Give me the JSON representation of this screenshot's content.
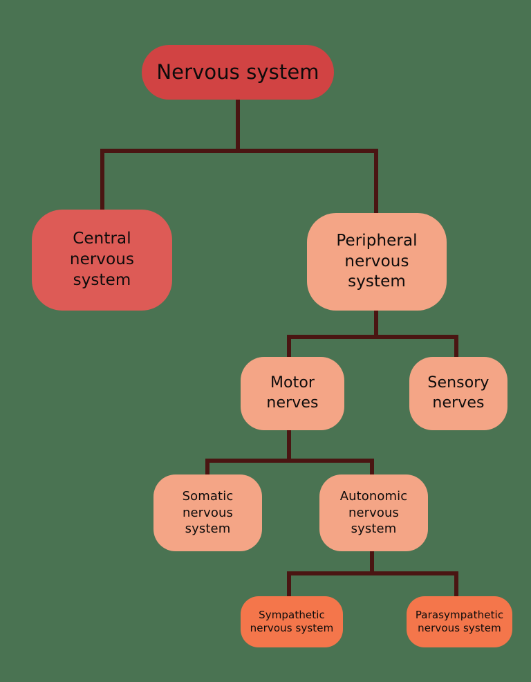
{
  "diagram": {
    "type": "hierarchy-tree",
    "title": "Nervous system",
    "background_color": "#4a7352",
    "connector_color": "#4a1512",
    "nodes": [
      {
        "id": "nervous-system",
        "label": "Nervous system",
        "level": 0,
        "color": "#d14343",
        "parent": null
      },
      {
        "id": "central-nervous-system",
        "label": "Central\nnervous\nsystem",
        "level": 1,
        "color": "#dd5b56",
        "parent": "nervous-system"
      },
      {
        "id": "peripheral-nervous-system",
        "label": "Peripheral\nnervous\nsystem",
        "level": 1,
        "color": "#f4a586",
        "parent": "nervous-system"
      },
      {
        "id": "motor-nerves",
        "label": "Motor\nnerves",
        "level": 2,
        "color": "#f4a586",
        "parent": "peripheral-nervous-system"
      },
      {
        "id": "sensory-nerves",
        "label": "Sensory\nnerves",
        "level": 2,
        "color": "#f4a586",
        "parent": "peripheral-nervous-system"
      },
      {
        "id": "somatic-nervous-system",
        "label": "Somatic\nnervous\nsystem",
        "level": 3,
        "color": "#f4a586",
        "parent": "motor-nerves"
      },
      {
        "id": "autonomic-nervous-system",
        "label": "Autonomic\nnervous\nsystem",
        "level": 3,
        "color": "#f4a586",
        "parent": "motor-nerves"
      },
      {
        "id": "sympathetic-nervous-system",
        "label": "Sympathetic\nnervous system",
        "level": 4,
        "color": "#f4764b",
        "parent": "autonomic-nervous-system"
      },
      {
        "id": "parasympathetic-nervous-system",
        "label": "Parasympathetic\nnervous system",
        "level": 4,
        "color": "#f4764b",
        "parent": "autonomic-nervous-system"
      }
    ]
  }
}
